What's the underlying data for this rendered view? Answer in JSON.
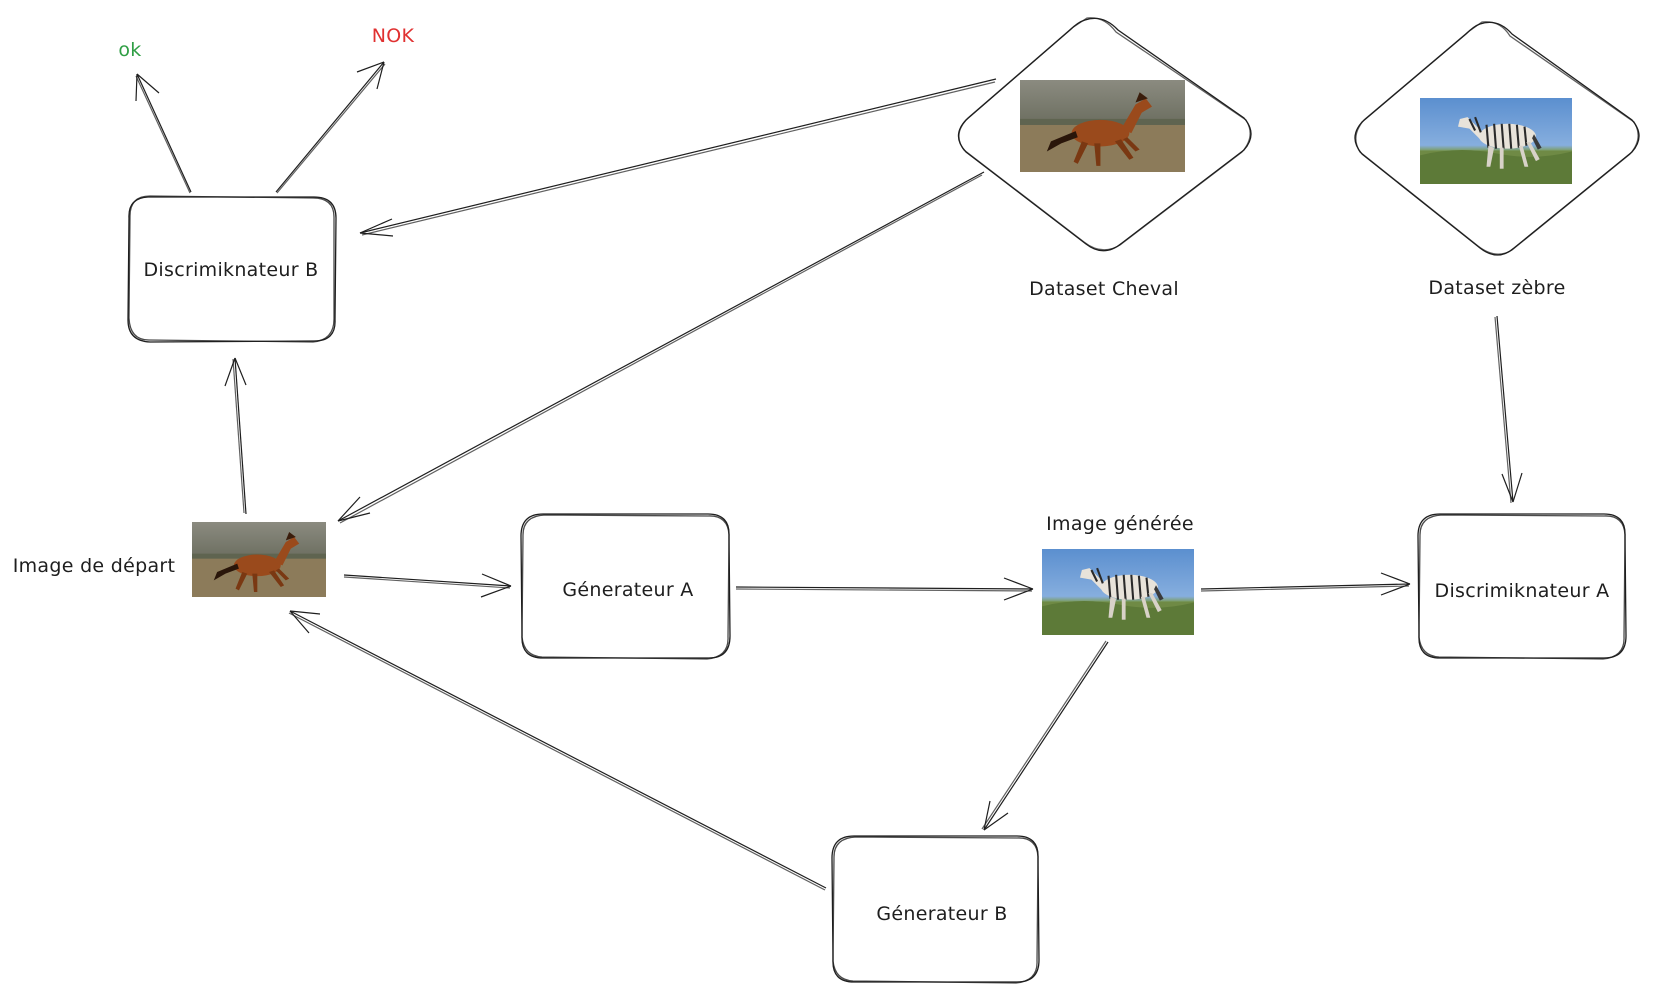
{
  "nodes": {
    "discriminateur_b": "Discrimiknateur B",
    "discriminateur_a": "Discrimiknateur A",
    "generateur_a": "Génerateur A",
    "generateur_b": "Génerateur B",
    "dataset_cheval": "Dataset Cheval",
    "dataset_zebre": "Dataset zèbre",
    "image_depart": "Image de départ",
    "image_generee": "Image générée",
    "ok": "ok",
    "nok": "NOK"
  },
  "images": {
    "horse_dataset": "horse-photo",
    "zebra_dataset": "zebra-photo",
    "horse_start": "horse-photo",
    "zebra_generated": "zebra-photo"
  },
  "colors": {
    "stroke": "#1e1e1e",
    "ok": "#2f9e44",
    "nok": "#e03131"
  }
}
